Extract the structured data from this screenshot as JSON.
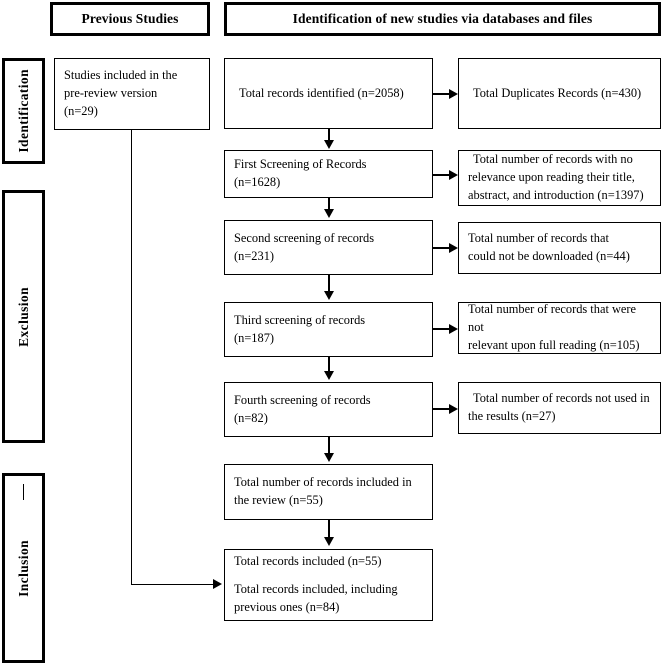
{
  "diagram": {
    "title": "PRISMA flow diagram of study identification, exclusion and inclusion",
    "type": "prisma-flowchart"
  },
  "headers": {
    "previous_studies": "Previous Studies",
    "identification_databases": "Identification of new studies via databases and files"
  },
  "stages": [
    {
      "id": "identification",
      "label": "Identification"
    },
    {
      "id": "exclusion",
      "label": "Exclusion"
    },
    {
      "id": "inclusion",
      "label": "Inclusion"
    }
  ],
  "previous": {
    "box": {
      "lines": [
        "Studies included in the",
        "pre-review version",
        "(n=29)"
      ],
      "count": 29
    }
  },
  "main_flow": [
    {
      "id": "total-records-identified",
      "lines": [
        "Total records identified (n=2058)"
      ],
      "count": 2058
    },
    {
      "id": "first-screening",
      "lines": [
        "First Screening of Records",
        "(n=1628)"
      ],
      "count": 1628
    },
    {
      "id": "second-screening",
      "lines": [
        "Second screening of records",
        "(n=231)"
      ],
      "count": 231
    },
    {
      "id": "third-screening",
      "lines": [
        "Third screening of records",
        "(n=187)"
      ],
      "count": 187
    },
    {
      "id": "fourth-screening",
      "lines": [
        "Fourth screening of records",
        "(n=82)"
      ],
      "count": 82
    },
    {
      "id": "records-included-review",
      "lines": [
        "Total number of records included in",
        "the review (n=55)"
      ],
      "count": 55
    },
    {
      "id": "total-records-included",
      "lines": [
        "Total records included (n=55)",
        "Total records included, including\nprevious ones (n=84)"
      ],
      "count": 84
    }
  ],
  "excluded": [
    {
      "id": "duplicates",
      "lines": [
        "Total Duplicates Records (n=430)"
      ],
      "count": 430
    },
    {
      "id": "no-relevance-title-abstract",
      "lines": [
        "Total number of records with no",
        "relevance upon reading their title,",
        "abstract, and introduction (n=1397)"
      ],
      "count": 1397
    },
    {
      "id": "not-downloaded",
      "lines": [
        "Total number of records that",
        "could not be downloaded (n=44)"
      ],
      "count": 44
    },
    {
      "id": "not-relevant-full-reading",
      "lines": [
        "Total number of records that were not",
        "relevant upon full reading (n=105)"
      ],
      "count": 105
    },
    {
      "id": "not-used-in-results",
      "lines": [
        "Total number of records not used in",
        "the results (n=27)"
      ],
      "count": 27
    }
  ],
  "colors": {
    "line": "#000000",
    "background": "#ffffff",
    "text": "#000000"
  }
}
